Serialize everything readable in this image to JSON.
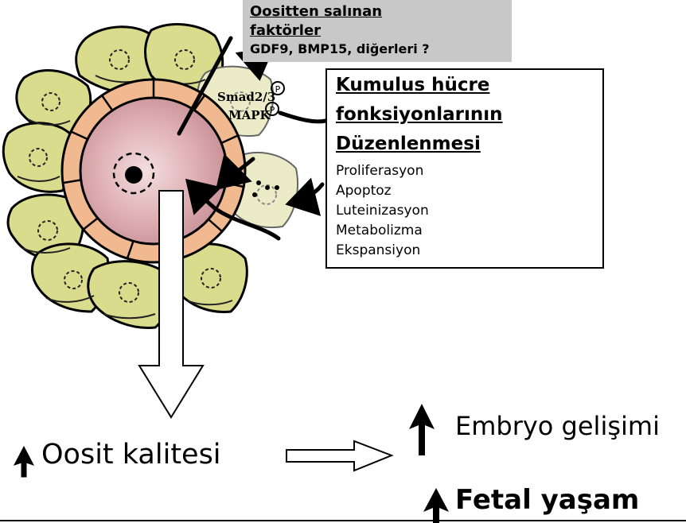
{
  "factors": {
    "title_line1": "Oositten salınan",
    "title_line2": "faktörler",
    "list": "GDF9, BMP15, diğerleri ?"
  },
  "signals": {
    "smad": "Smad2/3",
    "mapk": "MAPK",
    "phospho": "P"
  },
  "regulation": {
    "heading_line1": "Kumulus hücre",
    "heading_line2": "fonksiyonlarının",
    "heading_line3": "Düzenlenmesi",
    "items": [
      "Proliferasyon",
      "Apoptoz",
      "Luteinizasyon",
      "Metabolizma",
      "Ekspansiyon"
    ]
  },
  "outcomes": {
    "oocyte_quality": "Oosit kalitesi",
    "embryo_development": "Embryo gelişimi",
    "fetal_life": "Fetal yaşam"
  },
  "colors": {
    "oocyte_fill": "#d6a4a9",
    "zona_fill": "#f1b98f",
    "cumulus_fill": "#d9dc8c",
    "cumulus_faded": "#ecebc8",
    "factor_box": "#c8c8c8"
  }
}
